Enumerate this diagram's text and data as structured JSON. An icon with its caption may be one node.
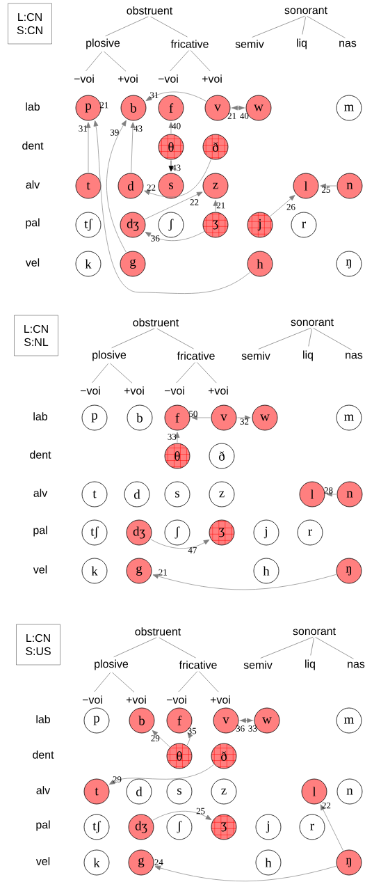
{
  "diagram": {
    "nodes": [
      {
        "text": [
          "L:CN",
          "S:CN"
        ]
      },
      {
        "text": [
          "obstruent"
        ]
      },
      {
        "text": [
          "sonorant"
        ]
      },
      {
        "text": [
          "plosive"
        ]
      },
      {
        "text": [
          "fricative"
        ]
      },
      {
        "text": [
          "semiv"
        ]
      },
      {
        "text": [
          "liq"
        ]
      },
      {
        "text": [
          "nas"
        ]
      },
      {
        "text": [
          "−voi"
        ]
      },
      {
        "text": [
          "+voi"
        ]
      },
      {
        "text": [
          "−voi"
        ]
      },
      {
        "text": [
          "+voi"
        ]
      },
      {
        "text": [
          "p"
        ]
      },
      {
        "text": [
          "b"
        ]
      },
      {
        "text": [
          "f"
        ]
      },
      {
        "text": [
          "v"
        ]
      },
      {
        "text": [
          "w"
        ]
      },
      {
        "text": [
          "m"
        ]
      },
      {
        "text": [
          "θ"
        ]
      },
      {
        "text": [
          "ð"
        ]
      },
      {
        "text": [
          "t"
        ]
      },
      {
        "text": [
          "d"
        ]
      },
      {
        "text": [
          "s"
        ]
      },
      {
        "text": [
          "z"
        ]
      },
      {
        "text": [
          "l"
        ]
      },
      {
        "text": [
          "n"
        ]
      },
      {
        "text": [
          "tʃ"
        ]
      },
      {
        "text": [
          "dʒ"
        ]
      },
      {
        "text": [
          "ʃ"
        ]
      },
      {
        "text": [
          "ʒ"
        ]
      },
      {
        "text": [
          "j"
        ]
      },
      {
        "text": [
          "r"
        ]
      },
      {
        "text": [
          "k"
        ]
      },
      {
        "text": [
          "g"
        ]
      },
      {
        "text": [
          "h"
        ]
      },
      {
        "text": [
          "ŋ"
        ]
      },
      {
        "text": [
          "L:CN",
          "S:NL"
        ]
      },
      {
        "text": [
          "obstruent"
        ]
      },
      {
        "text": [
          "sonorant"
        ]
      },
      {
        "text": [
          "plosive"
        ]
      },
      {
        "text": [
          "fricative"
        ]
      },
      {
        "text": [
          "semiv"
        ]
      },
      {
        "text": [
          "liq"
        ]
      },
      {
        "text": [
          "nas"
        ]
      },
      {
        "text": [
          "−voi"
        ]
      },
      {
        "text": [
          "+voi"
        ]
      },
      {
        "text": [
          "−voi"
        ]
      },
      {
        "text": [
          "+voi"
        ]
      },
      {
        "text": [
          "p"
        ]
      },
      {
        "text": [
          "b"
        ]
      },
      {
        "text": [
          "f"
        ]
      },
      {
        "text": [
          "v"
        ]
      },
      {
        "text": [
          "w"
        ]
      },
      {
        "text": [
          "m"
        ]
      },
      {
        "text": [
          "θ"
        ]
      },
      {
        "text": [
          "ð"
        ]
      },
      {
        "text": [
          "t"
        ]
      },
      {
        "text": [
          "d"
        ]
      },
      {
        "text": [
          "s"
        ]
      },
      {
        "text": [
          "z"
        ]
      },
      {
        "text": [
          "l"
        ]
      },
      {
        "text": [
          "n"
        ]
      },
      {
        "text": [
          "tʃ"
        ]
      },
      {
        "text": [
          "dʒ"
        ]
      },
      {
        "text": [
          "ʃ"
        ]
      },
      {
        "text": [
          "ʒ"
        ]
      },
      {
        "text": [
          "j"
        ]
      },
      {
        "text": [
          "r"
        ]
      },
      {
        "text": [
          "k"
        ]
      },
      {
        "text": [
          "g"
        ]
      },
      {
        "text": [
          "h"
        ]
      },
      {
        "text": [
          "ŋ"
        ]
      },
      {
        "text": [
          "L:CN",
          "S:US"
        ]
      },
      {
        "text": [
          "obstruent"
        ]
      },
      {
        "text": [
          "sonorant"
        ]
      },
      {
        "text": [
          "plosive"
        ]
      },
      {
        "text": [
          "fricative"
        ]
      },
      {
        "text": [
          "semiv"
        ]
      },
      {
        "text": [
          "liq"
        ]
      },
      {
        "text": [
          "nas"
        ]
      },
      {
        "text": [
          "−voi"
        ]
      },
      {
        "text": [
          "+voi"
        ]
      },
      {
        "text": [
          "−voi"
        ]
      },
      {
        "text": [
          "+voi"
        ]
      },
      {
        "text": [
          "p"
        ]
      },
      {
        "text": [
          "b"
        ]
      },
      {
        "text": [
          "f"
        ]
      },
      {
        "text": [
          "v"
        ]
      },
      {
        "text": [
          "w"
        ]
      },
      {
        "text": [
          "m"
        ]
      },
      {
        "text": [
          "θ"
        ]
      },
      {
        "text": [
          "ð"
        ]
      },
      {
        "text": [
          "t"
        ]
      },
      {
        "text": [
          "d"
        ]
      },
      {
        "text": [
          "s"
        ]
      },
      {
        "text": [
          "z"
        ]
      },
      {
        "text": [
          "l"
        ]
      },
      {
        "text": [
          "n"
        ]
      },
      {
        "text": [
          "tʃ"
        ]
      },
      {
        "text": [
          "dʒ"
        ]
      },
      {
        "text": [
          "ʃ"
        ]
      },
      {
        "text": [
          "ʒ"
        ]
      },
      {
        "text": [
          "j"
        ]
      },
      {
        "text": [
          "r"
        ]
      },
      {
        "text": [
          "k"
        ]
      },
      {
        "text": [
          "g"
        ]
      },
      {
        "text": [
          "h"
        ]
      },
      {
        "text": [
          "ŋ"
        ]
      }
    ],
    "edges": [
      {
        "from": 1,
        "to": 3,
        "arrow": "none",
        "color": "#000000"
      },
      {
        "from": 1,
        "to": 4,
        "arrow": "none",
        "color": "#000000"
      },
      {
        "from": 2,
        "to": 5,
        "arrow": "none",
        "color": "#000000"
      },
      {
        "from": 2,
        "to": 6,
        "arrow": "none",
        "color": "#000000"
      },
      {
        "from": 2,
        "to": 7,
        "arrow": "none",
        "color": "#000000"
      },
      {
        "from": 3,
        "to": 8,
        "arrow": "none",
        "color": "#000000"
      },
      {
        "from": 3,
        "to": 9,
        "arrow": "none",
        "color": "#000000"
      },
      {
        "from": 4,
        "to": 10,
        "arrow": "none",
        "color": "#000000"
      },
      {
        "from": 4,
        "to": 11,
        "arrow": "none",
        "color": "#000000"
      },
      {
        "from": 15,
        "to": 13,
        "arrow": "to",
        "label": "31",
        "color": "#808080"
      },
      {
        "from": 20,
        "to": 12,
        "arrow": "to",
        "label": "31",
        "color": "#808080"
      },
      {
        "from": 34,
        "to": 12,
        "arrow": "to",
        "label": "21",
        "color": "#808080"
      },
      {
        "from": 33,
        "to": 13,
        "arrow": "to",
        "label": "39",
        "color": "#808080"
      },
      {
        "from": 21,
        "to": 13,
        "arrow": "to",
        "label": "43",
        "color": "#808080"
      },
      {
        "from": 18,
        "to": 14,
        "arrow": "to",
        "label": "40",
        "color": "#808080"
      },
      {
        "from": 16,
        "to": 15,
        "arrow": "to",
        "label": "21",
        "color": "#808080"
      },
      {
        "from": 15,
        "to": 16,
        "arrow": "to",
        "label": "40",
        "color": "#808080"
      },
      {
        "from": 18,
        "to": 22,
        "arrow": "to",
        "label": "43",
        "color": "#000000"
      },
      {
        "from": 19,
        "to": 21,
        "arrow": "to",
        "label": "22",
        "color": "#808080"
      },
      {
        "from": 27,
        "to": 23,
        "arrow": "to",
        "label": "22",
        "color": "#808080"
      },
      {
        "from": 29,
        "to": 23,
        "arrow": "to",
        "label": "21",
        "color": "#808080"
      },
      {
        "from": 29,
        "to": 27,
        "arrow": "to",
        "label": "36",
        "color": "#808080"
      },
      {
        "from": 30,
        "to": 24,
        "arrow": "to",
        "label": "26",
        "color": "#808080"
      },
      {
        "from": 25,
        "to": 24,
        "arrow": "to",
        "label": "25",
        "color": "#808080"
      },
      {
        "from": 37,
        "to": 39,
        "arrow": "none",
        "color": "#000000"
      },
      {
        "from": 37,
        "to": 40,
        "arrow": "none",
        "color": "#000000"
      },
      {
        "from": 38,
        "to": 41,
        "arrow": "none",
        "color": "#000000"
      },
      {
        "from": 38,
        "to": 42,
        "arrow": "none",
        "color": "#000000"
      },
      {
        "from": 38,
        "to": 43,
        "arrow": "none",
        "color": "#000000"
      },
      {
        "from": 39,
        "to": 44,
        "arrow": "none",
        "color": "#000000"
      },
      {
        "from": 39,
        "to": 45,
        "arrow": "none",
        "color": "#000000"
      },
      {
        "from": 40,
        "to": 46,
        "arrow": "none",
        "color": "#000000"
      },
      {
        "from": 40,
        "to": 47,
        "arrow": "none",
        "color": "#000000"
      },
      {
        "from": 51,
        "to": 50,
        "arrow": "to",
        "label": "50",
        "color": "#808080"
      },
      {
        "from": 54,
        "to": 50,
        "arrow": "to",
        "label": "33",
        "color": "#808080"
      },
      {
        "from": 51,
        "to": 52,
        "arrow": "to",
        "label": "32",
        "color": "#808080"
      },
      {
        "from": 61,
        "to": 60,
        "arrow": "to",
        "label": "28",
        "color": "#808080"
      },
      {
        "from": 63,
        "to": 65,
        "arrow": "to",
        "label": "47",
        "color": "#808080"
      },
      {
        "from": 71,
        "to": 69,
        "arrow": "to",
        "label": "21",
        "color": "#808080"
      },
      {
        "from": 73,
        "to": 75,
        "arrow": "none",
        "color": "#000000"
      },
      {
        "from": 73,
        "to": 76,
        "arrow": "none",
        "color": "#000000"
      },
      {
        "from": 74,
        "to": 77,
        "arrow": "none",
        "color": "#000000"
      },
      {
        "from": 74,
        "to": 78,
        "arrow": "none",
        "color": "#000000"
      },
      {
        "from": 74,
        "to": 79,
        "arrow": "none",
        "color": "#000000"
      },
      {
        "from": 75,
        "to": 80,
        "arrow": "none",
        "color": "#000000"
      },
      {
        "from": 75,
        "to": 81,
        "arrow": "none",
        "color": "#000000"
      },
      {
        "from": 76,
        "to": 82,
        "arrow": "none",
        "color": "#000000"
      },
      {
        "from": 76,
        "to": 83,
        "arrow": "none",
        "color": "#000000"
      },
      {
        "from": 90,
        "to": 85,
        "arrow": "to",
        "label": "29",
        "color": "#808080"
      },
      {
        "from": 90,
        "to": 86,
        "arrow": "to",
        "label": "35",
        "color": "#808080"
      },
      {
        "from": 88,
        "to": 87,
        "arrow": "to",
        "label": "36",
        "color": "#808080"
      },
      {
        "from": 87,
        "to": 88,
        "arrow": "to",
        "label": "33",
        "color": "#808080"
      },
      {
        "from": 91,
        "to": 92,
        "arrow": "to",
        "label": "29",
        "color": "#808080"
      },
      {
        "from": 99,
        "to": 101,
        "arrow": "to",
        "label": "25",
        "color": "#808080"
      },
      {
        "from": 107,
        "to": 96,
        "arrow": "to",
        "label": "22",
        "color": "#808080"
      },
      {
        "from": 107,
        "to": 105,
        "arrow": "to",
        "label": "24",
        "color": "#808080"
      }
    ],
    "labels": [
      "lab",
      "dent",
      "alv",
      "pal",
      "vel",
      "lab",
      "dent",
      "alv",
      "pal",
      "vel",
      "lab",
      "dent",
      "alv",
      "pal",
      "vel"
    ]
  }
}
